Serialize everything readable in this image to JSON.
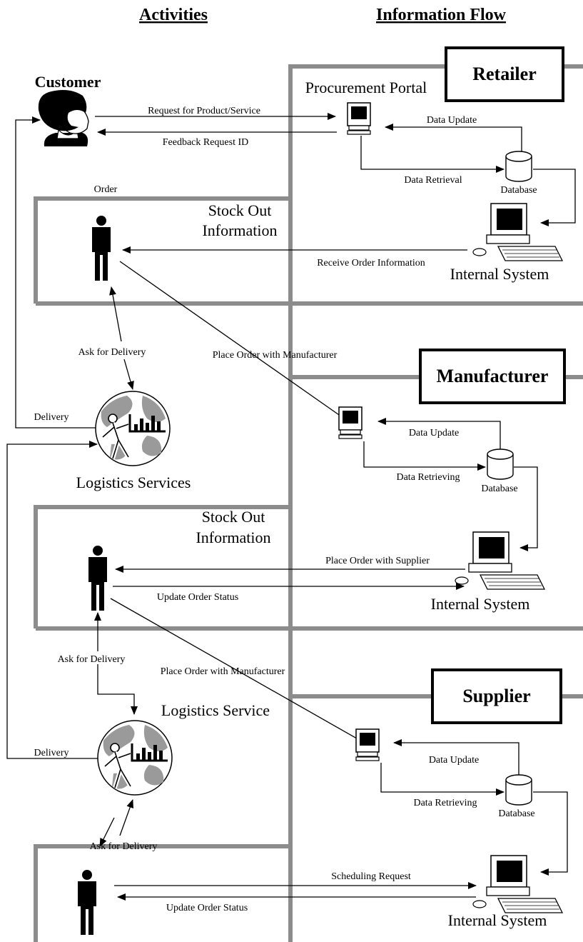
{
  "headers": {
    "activities": "Activities",
    "information_flow": "Information Flow"
  },
  "customer": {
    "title": "Customer"
  },
  "retailer": {
    "name": "Retailer",
    "portal": "Procurement Portal",
    "request": "Request for Product/Service",
    "feedback": "Feedback Request ID",
    "data_update": "Data Update",
    "data_retrieval": "Data Retrieval",
    "database": "Database",
    "order": "Order",
    "stock_out_1": "Stock Out",
    "stock_out_2": "Information",
    "receive_order": "Receive Order Information",
    "internal_system": "Internal System",
    "place_order": "Place Order with Manufacturer",
    "ask_delivery": "Ask for Delivery",
    "delivery": "Delivery",
    "logistics": "Logistics Services"
  },
  "manufacturer": {
    "name": "Manufacturer",
    "data_update": "Data Update",
    "data_retrieving": "Data Retrieving",
    "database": "Database",
    "stock_out_1": "Stock Out",
    "stock_out_2": "Information",
    "place_order_supplier": "Place Order with Supplier",
    "update_status": "Update Order Status",
    "internal_system": "Internal System",
    "ask_delivery": "Ask for Delivery",
    "place_order": "Place Order with Manufacturer",
    "logistics": "Logistics Service",
    "delivery": "Delivery"
  },
  "supplier": {
    "name": "Supplier",
    "data_update": "Data Update",
    "data_retrieving": "Data Retrieving",
    "database": "Database",
    "ask_delivery": "Ask for Delivery",
    "scheduling": "Scheduling Request",
    "update_status": "Update Order Status",
    "internal_system": "Internal System"
  }
}
